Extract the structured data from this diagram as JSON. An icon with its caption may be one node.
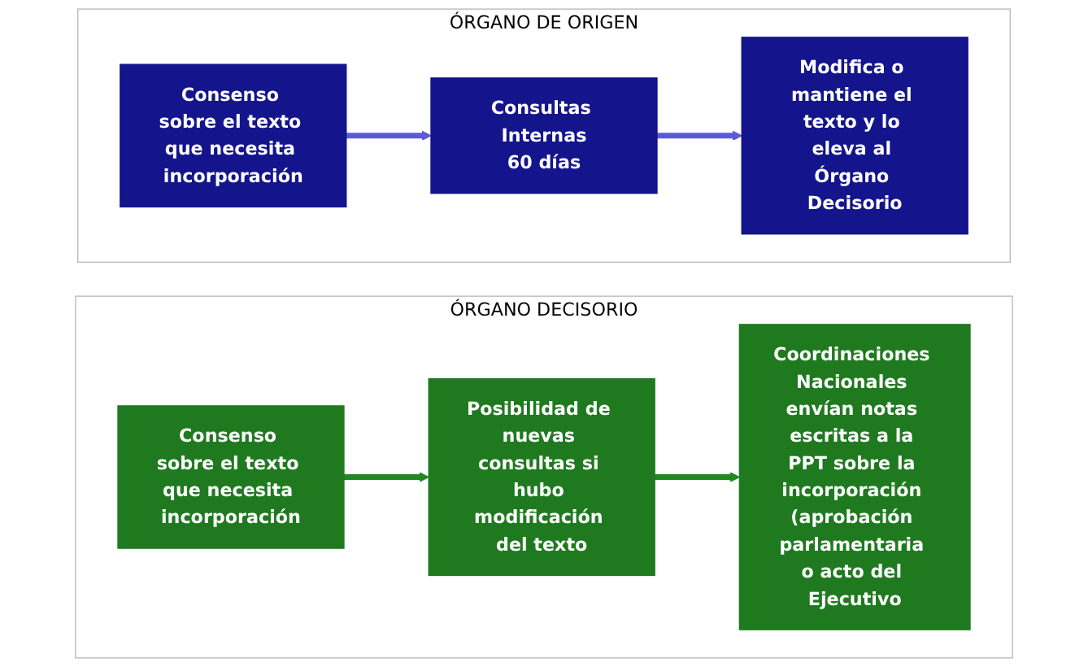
{
  "diagram": {
    "nodes": [
      {
        "text": [
          "ÓRGANO DE ORIGEN"
        ]
      },
      {
        "text": [
          "Consenso sobre el texto que necesita incorporación"
        ],
        "in": 0
      },
      {
        "text": [
          "Consultas Internas",
          "60 días"
        ],
        "in": 0
      },
      {
        "text": [
          "Modifica o mantiene el texto y lo eleva al Órgano Decisorio"
        ],
        "in": 0
      },
      {
        "text": [
          "ÓRGANO DECISORIO"
        ]
      },
      {
        "text": [
          "Consenso sobre el texto que necesita incorporación"
        ],
        "in": 4
      },
      {
        "text": [
          "Posibilidad de nuevas consultas si hubo modificación del texto"
        ],
        "in": 4
      },
      {
        "text": [
          "Coordinaciones Nacionales envían notas escritas a la PPT sobre la incorporación (aprobación parlamentaria o acto del Ejecutivo"
        ],
        "in": 4
      }
    ],
    "edges": [
      {
        "from": 1,
        "to": 2,
        "arrow": "to",
        "color": "#5b5bd6"
      },
      {
        "from": 2,
        "to": 3,
        "arrow": "to",
        "color": "#5b5bd6"
      },
      {
        "from": 5,
        "to": 6,
        "arrow": "to",
        "color": "#1f8a1f"
      },
      {
        "from": 6,
        "to": 7,
        "arrow": "to",
        "color": "#1f8a1f"
      }
    ]
  }
}
